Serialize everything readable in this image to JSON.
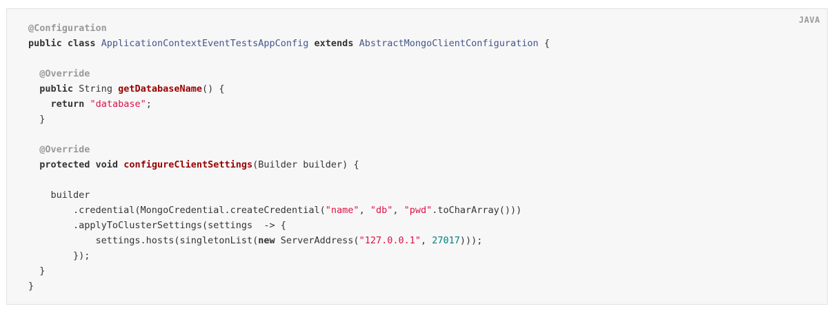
{
  "code_block": {
    "language_label": "JAVA",
    "colors": {
      "background": "#f7f7f8",
      "annotation": "#999999",
      "keyword": "#333333",
      "type": "#445588",
      "method": "#990000",
      "string": "#dd1144",
      "number": "#008080"
    },
    "lines": [
      [
        {
          "t": "annotation",
          "v": "@Configuration"
        }
      ],
      [
        {
          "t": "keyword",
          "v": "public class "
        },
        {
          "t": "type",
          "v": "ApplicationContextEventTestsAppConfig"
        },
        {
          "t": "plain",
          "v": " "
        },
        {
          "t": "keyword",
          "v": "extends"
        },
        {
          "t": "plain",
          "v": " "
        },
        {
          "t": "type",
          "v": "AbstractMongoClientConfiguration"
        },
        {
          "t": "plain",
          "v": " {"
        }
      ],
      [],
      [
        {
          "t": "plain",
          "v": "  "
        },
        {
          "t": "annotation",
          "v": "@Override"
        }
      ],
      [
        {
          "t": "plain",
          "v": "  "
        },
        {
          "t": "keyword",
          "v": "public"
        },
        {
          "t": "plain",
          "v": " String "
        },
        {
          "t": "method",
          "v": "getDatabaseName"
        },
        {
          "t": "plain",
          "v": "() {"
        }
      ],
      [
        {
          "t": "plain",
          "v": "    "
        },
        {
          "t": "keyword",
          "v": "return"
        },
        {
          "t": "plain",
          "v": " "
        },
        {
          "t": "string",
          "v": "\"database\""
        },
        {
          "t": "plain",
          "v": ";"
        }
      ],
      [
        {
          "t": "plain",
          "v": "  }"
        }
      ],
      [],
      [
        {
          "t": "plain",
          "v": "  "
        },
        {
          "t": "annotation",
          "v": "@Override"
        }
      ],
      [
        {
          "t": "plain",
          "v": "  "
        },
        {
          "t": "keyword",
          "v": "protected void"
        },
        {
          "t": "plain",
          "v": " "
        },
        {
          "t": "method",
          "v": "configureClientSettings"
        },
        {
          "t": "plain",
          "v": "(Builder builder) {"
        }
      ],
      [],
      [
        {
          "t": "plain",
          "v": "    builder"
        }
      ],
      [
        {
          "t": "plain",
          "v": "        .credential(MongoCredential.createCredential("
        },
        {
          "t": "string",
          "v": "\"name\""
        },
        {
          "t": "plain",
          "v": ", "
        },
        {
          "t": "string",
          "v": "\"db\""
        },
        {
          "t": "plain",
          "v": ", "
        },
        {
          "t": "string",
          "v": "\"pwd\""
        },
        {
          "t": "plain",
          "v": ".toCharArray()))"
        }
      ],
      [
        {
          "t": "plain",
          "v": "        .applyToClusterSettings(settings  -> {"
        }
      ],
      [
        {
          "t": "plain",
          "v": "            settings.hosts(singletonList("
        },
        {
          "t": "keyword",
          "v": "new"
        },
        {
          "t": "plain",
          "v": " ServerAddress("
        },
        {
          "t": "string",
          "v": "\"127.0.0.1\""
        },
        {
          "t": "plain",
          "v": ", "
        },
        {
          "t": "number",
          "v": "27017"
        },
        {
          "t": "plain",
          "v": ")));"
        }
      ],
      [
        {
          "t": "plain",
          "v": "        });"
        }
      ],
      [
        {
          "t": "plain",
          "v": "  }"
        }
      ],
      [
        {
          "t": "plain",
          "v": "}"
        }
      ]
    ]
  }
}
